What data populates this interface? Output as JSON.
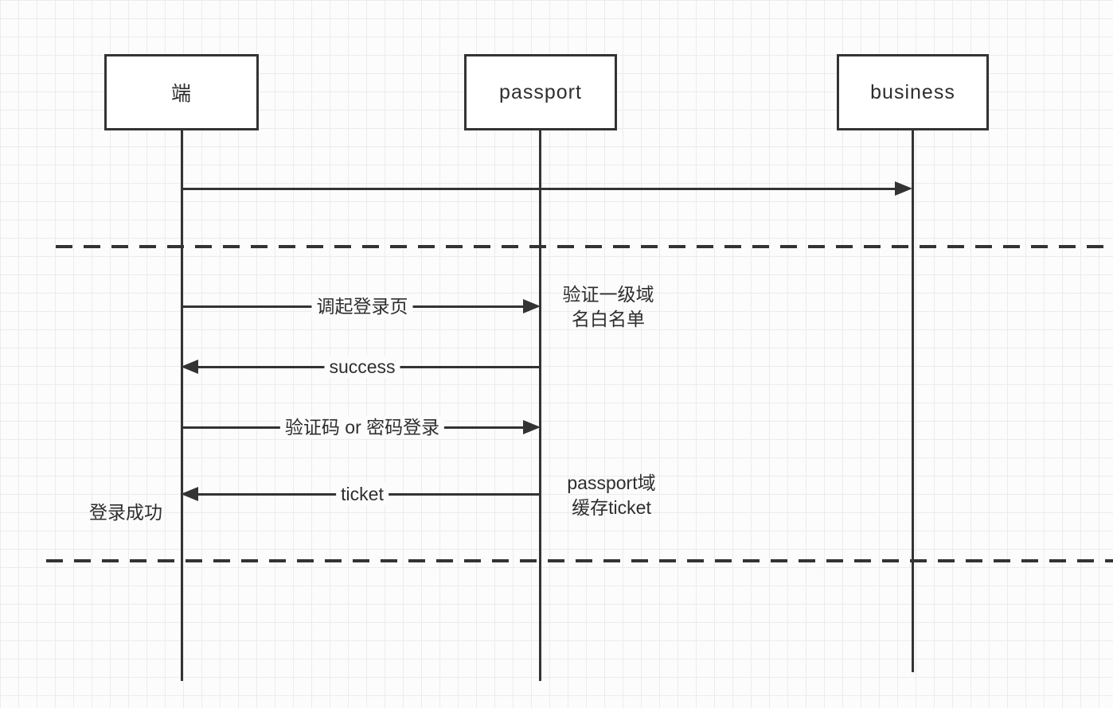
{
  "diagram": {
    "type": "sequence-diagram",
    "colors": {
      "line": "#333333",
      "background": "#fcfcfc",
      "grid": "#ececec",
      "box_fill": "#ffffff"
    },
    "actors": [
      {
        "id": "client",
        "label": "端"
      },
      {
        "id": "passport",
        "label": "passport"
      },
      {
        "id": "business",
        "label": "business"
      }
    ],
    "messages": [
      {
        "from": "client",
        "to": "business",
        "label": ""
      },
      {
        "from": "client",
        "to": "passport",
        "label": "调起登录页"
      },
      {
        "from": "passport",
        "to": "client",
        "label": "success"
      },
      {
        "from": "client",
        "to": "passport",
        "label": "验证码 or 密码登录"
      },
      {
        "from": "passport",
        "to": "client",
        "label": "ticket"
      }
    ],
    "notes": {
      "whitelist": {
        "line1": "验证一级域",
        "line2": "名白名单"
      },
      "cache": {
        "line1": "passport域",
        "line2": "缓存ticket"
      },
      "login_success": "登录成功"
    },
    "separators": [
      {
        "style": "dashed"
      },
      {
        "style": "dashed"
      }
    ]
  }
}
